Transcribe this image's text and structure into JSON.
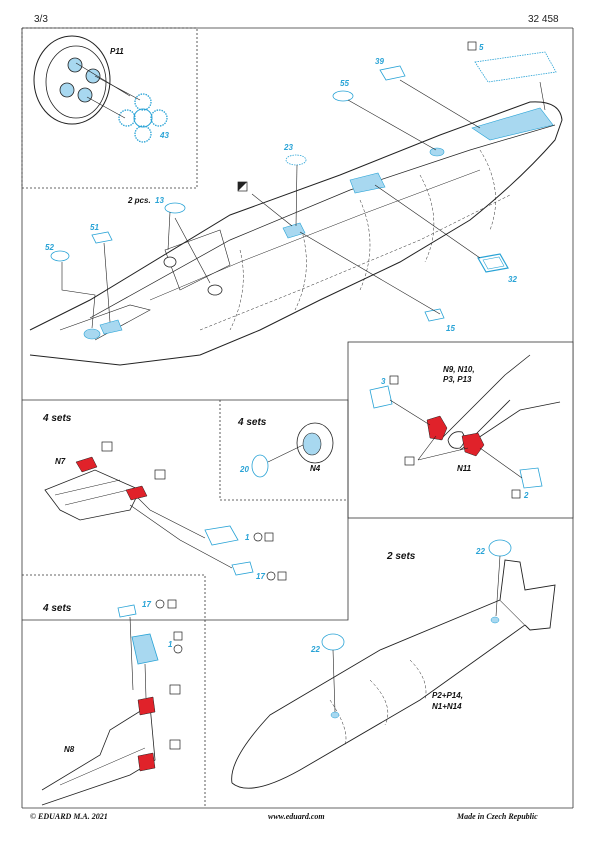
{
  "header": {
    "page": "3/3",
    "code": "32 458"
  },
  "footer": {
    "copyright": "© EDUARD  M.A. 2021",
    "website": "www.eduard.com",
    "origin": "Made in Czech Republic"
  },
  "colors": {
    "blue_part": "#29a3d6",
    "blue_fill": "#a8d8f0",
    "red_part": "#e0222a",
    "line": "#222222"
  },
  "labels": {
    "p11": "P11",
    "n43": "43",
    "n39": "39",
    "n5": "5",
    "n55": "55",
    "n23": "23",
    "n13": "13",
    "two_pcs": "2 pcs.",
    "n51": "51",
    "n52": "52",
    "n15": "15",
    "n32": "32",
    "n3": "3",
    "n2": "2",
    "n_group": "N9, N10,",
    "p_group": "P3, P13",
    "n11": "N11",
    "sets_a": "4 sets",
    "n7": "N7",
    "n1a": "1",
    "n17a": "17",
    "sets_b": "4 sets",
    "n20": "20",
    "n4": "N4",
    "sets_c": "4 sets",
    "n17b": "17",
    "n1b": "1",
    "n8": "N8",
    "sets_d": "2 sets",
    "n22a": "22",
    "n22b": "22",
    "p2p14": "P2+P14,",
    "n1n14": "N1+N14"
  }
}
